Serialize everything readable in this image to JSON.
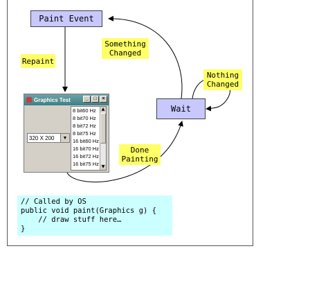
{
  "states": {
    "paint_event": "Paint Event",
    "wait": "Wait"
  },
  "notes": {
    "repaint": "Repaint",
    "something_changed": "Something\nChanged",
    "nothing_changed": "Nothing\nChanged",
    "done_painting": "Done\nPainting"
  },
  "window": {
    "title": "Graphics Test",
    "minimize": "_",
    "maximize": "□",
    "close": "×",
    "resolution_value": "320 X 200",
    "modes": [
      "8 bit60 Hz",
      "8 bit70 Hz",
      "8 bit72 Hz",
      "8 bit75 Hz",
      "16 bit60 Hz",
      "16 bit70 Hz",
      "16 bit72 Hz",
      "16 bit75 Hz"
    ]
  },
  "code": {
    "lines": [
      "// Called by OS",
      "public void paint(Graphics g) {",
      "    // draw stuff here…",
      "}"
    ]
  },
  "colors": {
    "state_fill": "#c8c8ff",
    "note_fill": "#ffff66",
    "code_fill": "#ccffff"
  }
}
